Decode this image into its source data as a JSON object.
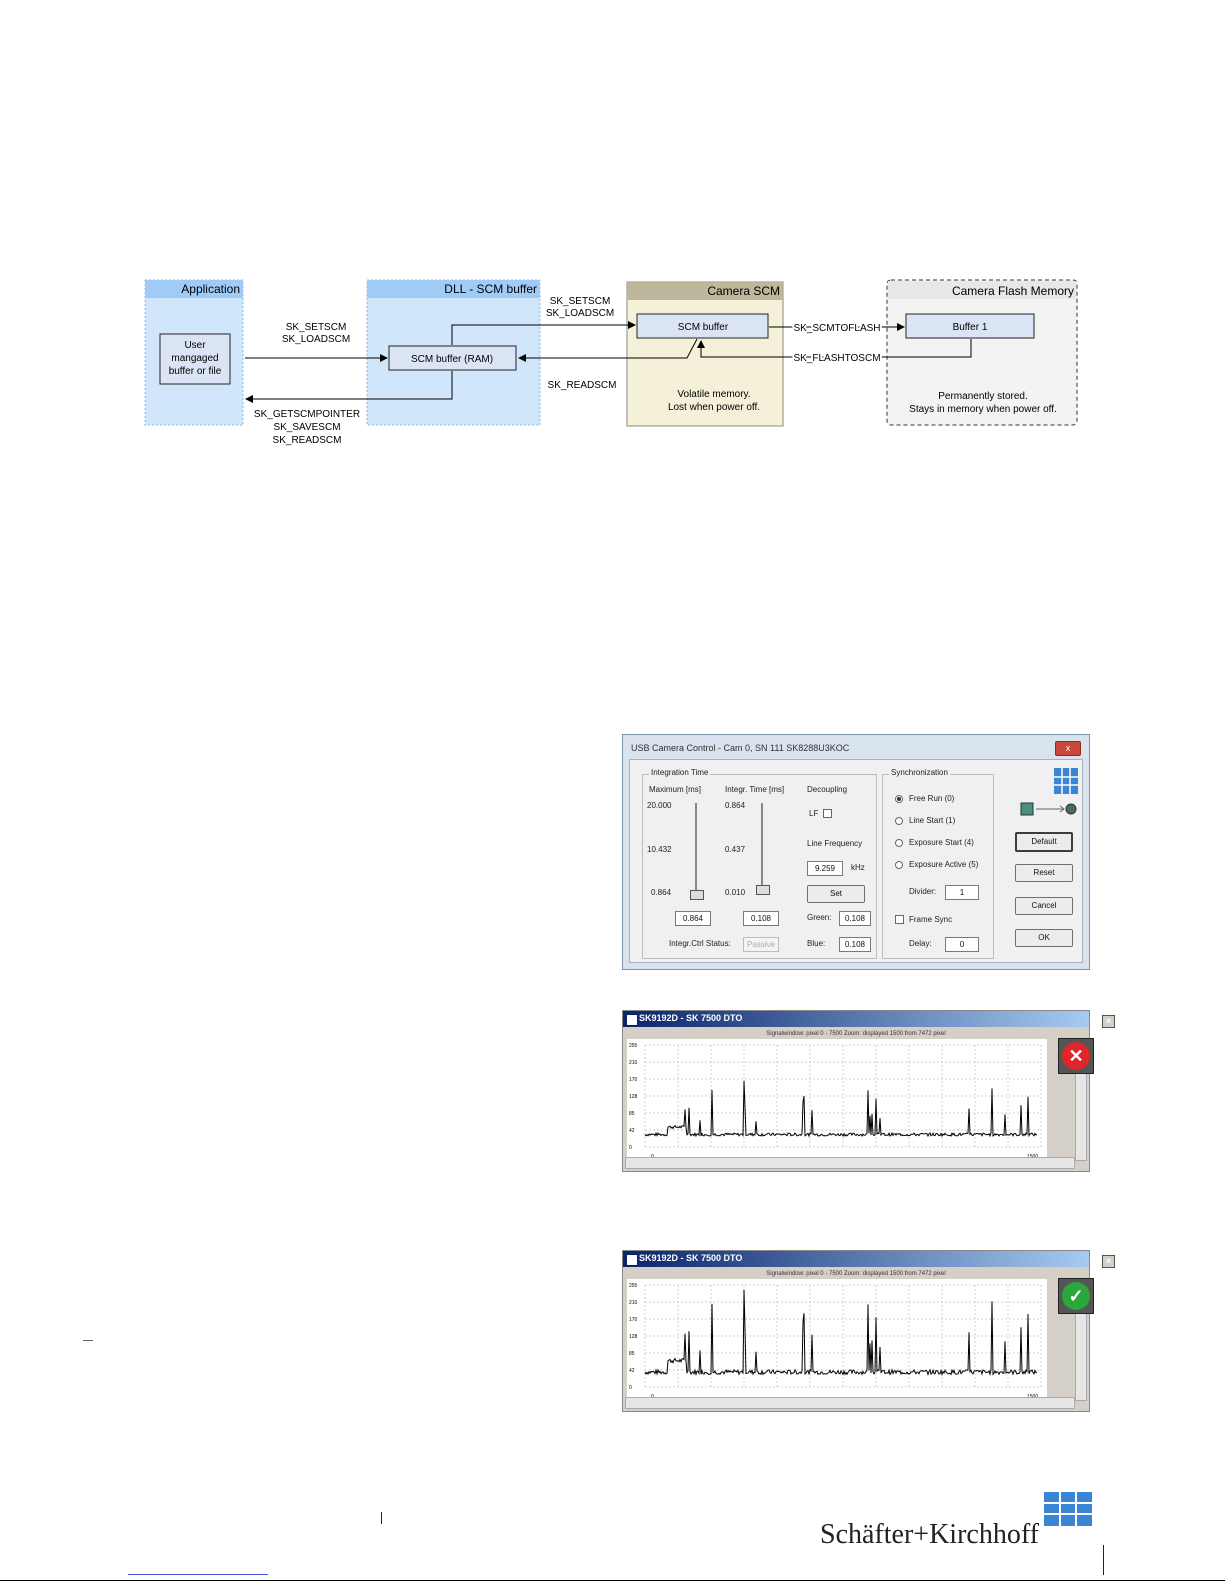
{
  "diagram": {
    "application": {
      "title": "Application",
      "box_lines": [
        "User",
        "mangaged",
        "buffer or file"
      ]
    },
    "dll": {
      "title": "DLL - SCM buffer",
      "box": "SCM buffer (RAM)"
    },
    "camera_scm": {
      "title": "Camera SCM",
      "box": "SCM buffer",
      "note_lines": [
        "Volatile memory.",
        "Lost when power off."
      ]
    },
    "flash": {
      "title": "Camera Flash Memory",
      "box": "Buffer 1",
      "note_lines": [
        "Permanently stored.",
        "Stays in memory when power off."
      ]
    },
    "arrows": {
      "app_to_dll": [
        "SK_SETSCM",
        "SK_LOADSCM"
      ],
      "dll_to_app": [
        "SK_GETSCMPOINTER",
        "SK_SAVESCM",
        "SK_READSCM"
      ],
      "dll_to_cam": [
        "SK_SETSCM",
        "SK_LOADSCM"
      ],
      "cam_to_dll": "SK_READSCM",
      "cam_to_flash": "SK_SCMTOFLASH",
      "flash_to_cam": "SK_FLASHTOSCM"
    }
  },
  "dialog": {
    "title": "USB Camera Control - Cam 0, SN 111   SK8288U3KOC",
    "close": "x",
    "integration": {
      "group": "Integration Time",
      "max_label": "Maximum [ms]",
      "integr_label": "Integr. Time [ms]",
      "max_ticks": [
        "20.000",
        "10.432",
        "0.864"
      ],
      "integr_ticks": [
        "0.864",
        "0.437",
        "0.010"
      ],
      "max_value": "0.864",
      "integr_value": "0.108",
      "status_label": "Integr.Ctrl Status:",
      "status_value": "Passive"
    },
    "decoupling": {
      "label": "Decoupling",
      "lf": "LF"
    },
    "line_freq": {
      "label": "Line Frequency",
      "value": "9.259",
      "unit": "kHz",
      "set": "Set"
    },
    "green": {
      "label": "Green:",
      "value": "0.108"
    },
    "blue": {
      "label": "Blue:",
      "value": "0.108"
    },
    "sync": {
      "group": "Synchronization",
      "options": [
        "Free Run (0)",
        "Line Start (1)",
        "Exposure Start  (4)",
        "Exposure Active (5)"
      ],
      "divider_label": "Divider:",
      "divider_value": "1",
      "frame_sync": "Frame Sync",
      "delay_label": "Delay:",
      "delay_value": "0"
    },
    "buttons": {
      "default": "Default",
      "reset": "Reset",
      "cancel": "Cancel",
      "ok": "OK"
    }
  },
  "plot1": {
    "title": "SK9192D - SK 7500 DTO",
    "header": "Signalwindow: pixel 0 - 7500        Zoom: displayed 1500 from 7472 pixel",
    "x_start": "0",
    "x_end": "1500",
    "y_ticks": [
      "255",
      "210",
      "170",
      "128",
      "85",
      "42",
      "0"
    ]
  },
  "plot2": {
    "title": "SK9192D - SK 7500 DTO",
    "header": "Signalwindow: pixel 0 - 7500        Zoom: displayed 1500 from 7472 pixel",
    "x_start": "0",
    "x_end": "1500",
    "y_ticks": [
      "255",
      "210",
      "170",
      "128",
      "85",
      "42",
      "0"
    ]
  },
  "logo": {
    "text": "Schäfter+Kirchhoff"
  },
  "colors": {
    "app_bg": "#cfe6fb",
    "app_header": "#9fcbf6",
    "scm_bg": "#f5f1d9",
    "scm_header": "#bcb79a",
    "flash_bg": "#f3f3f3",
    "box_fill": "#dbe4f5",
    "logo_blue": "#3a86d4"
  }
}
